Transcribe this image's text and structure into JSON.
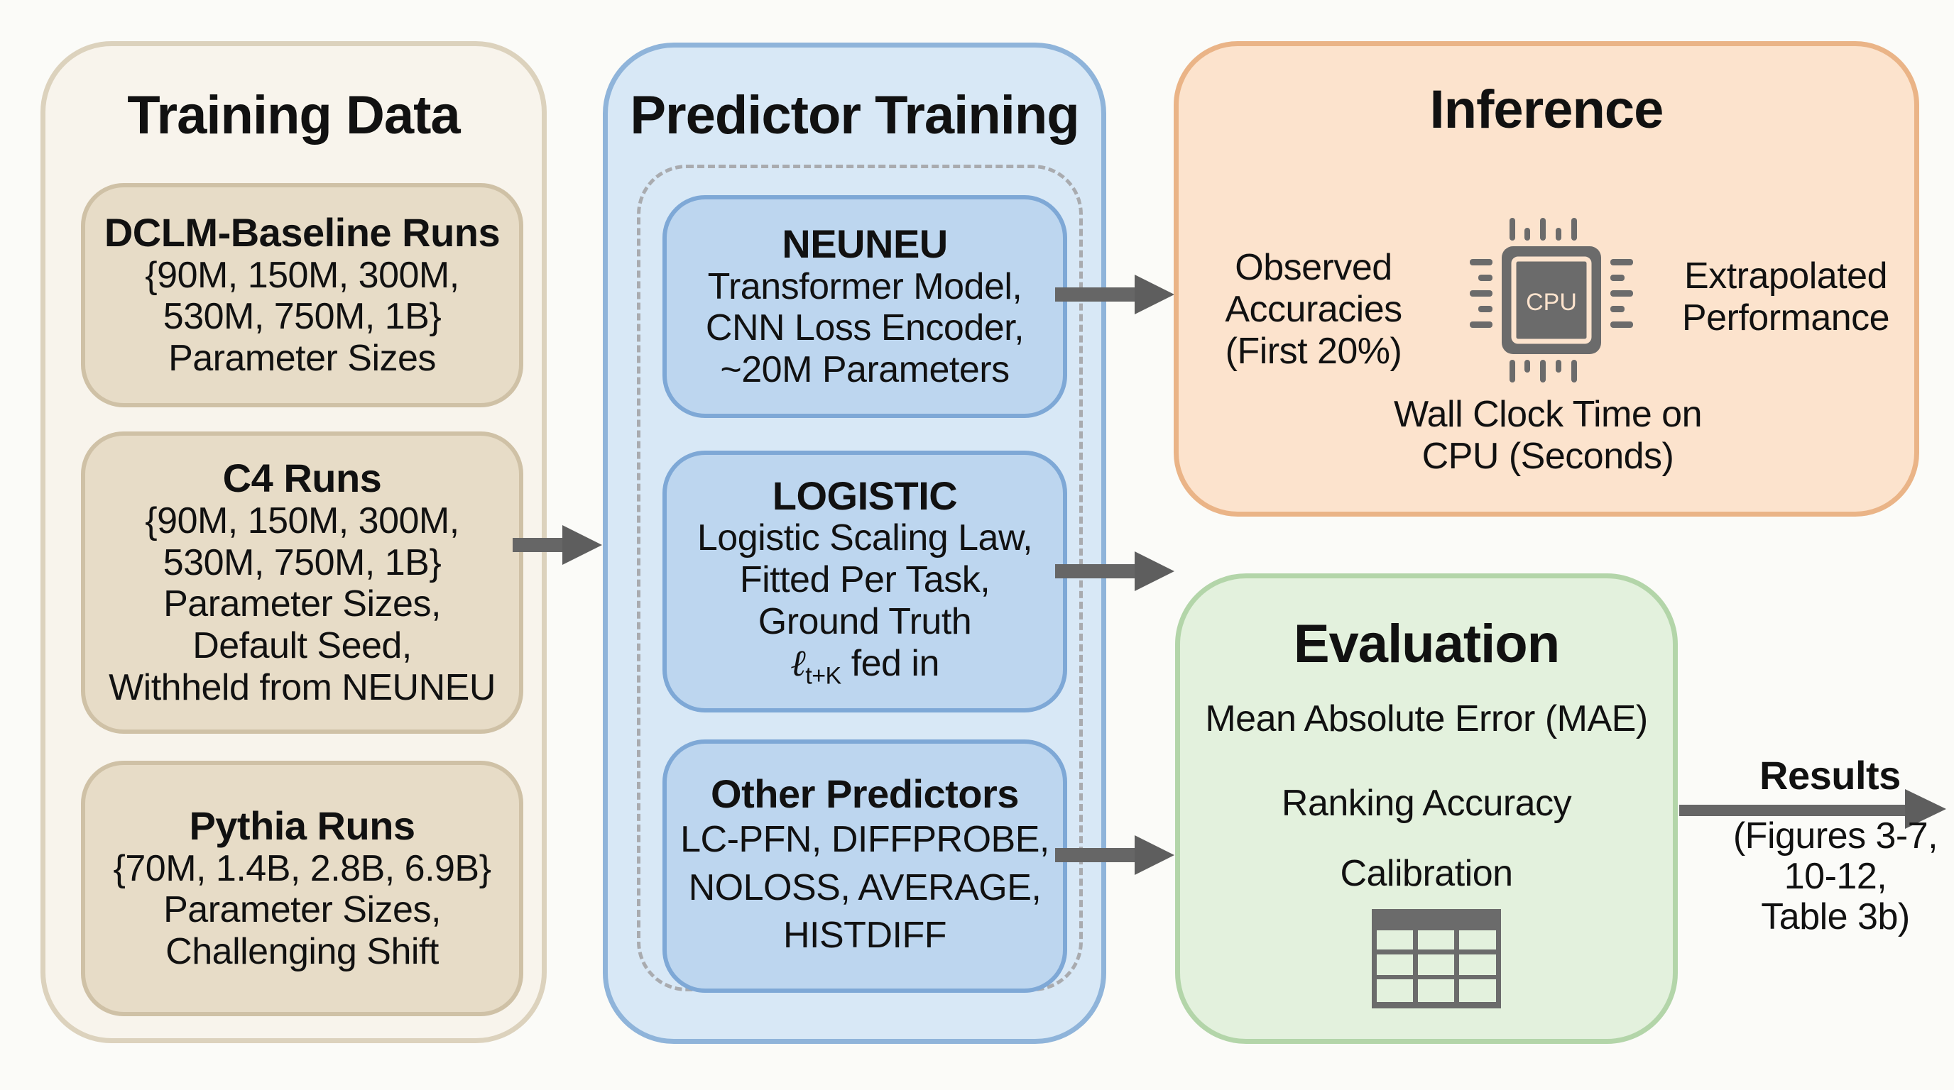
{
  "training_data": {
    "title": "Training Data",
    "boxes": [
      {
        "title": "DCLM-Baseline Runs",
        "lines": [
          "{90M, 150M, 300M,",
          "530M, 750M, 1B}",
          "Parameter Sizes"
        ]
      },
      {
        "title": "C4 Runs",
        "lines": [
          "{90M, 150M, 300M,",
          "530M, 750M, 1B}",
          "Parameter Sizes,",
          "Default Seed,",
          "Withheld from NEUNEU"
        ]
      },
      {
        "title": "Pythia Runs",
        "lines": [
          "{70M, 1.4B, 2.8B, 6.9B}",
          "Parameter Sizes,",
          "Challenging Shift"
        ]
      }
    ]
  },
  "predictor_training": {
    "title": "Predictor Training",
    "boxes": [
      {
        "title": "NEUNEU",
        "lines": [
          "Transformer Model,",
          "CNN Loss Encoder,",
          "~20M Parameters"
        ]
      },
      {
        "title": "LOGISTIC",
        "lines": [
          "Logistic Scaling Law,",
          "Fitted Per Task,",
          "Ground Truth"
        ],
        "formula_symbol": "ℓ",
        "formula_subscript": "t+K",
        "formula_suffix": "fed in"
      },
      {
        "title": "Other Predictors",
        "lines": [
          "LC-PFN, DIFFPROBE,",
          "NOLOSS, AVERAGE,",
          "HISTDIFF"
        ]
      }
    ]
  },
  "inference": {
    "title": "Inference",
    "input_lines": [
      "Observed",
      "Accuracies",
      "(First 20%)"
    ],
    "output_lines": [
      "Extrapolated",
      "Performance"
    ],
    "cpu_label": "CPU",
    "time_lines": [
      "Wall Clock Time on",
      "CPU (Seconds)"
    ],
    "icon": "cpu-chip-icon"
  },
  "evaluation": {
    "title": "Evaluation",
    "metrics": [
      "Mean Absolute Error (MAE)",
      "Ranking Accuracy",
      "Calibration"
    ],
    "icon": "table-icon"
  },
  "results": {
    "label": "Results",
    "detail_lines": [
      "(Figures 3-7,",
      "10-12,",
      "Table 3b)"
    ]
  },
  "colors": {
    "training_fill": "#f8f4ec",
    "training_box": "#e7dcc7",
    "predictor_fill": "#d8e8f6",
    "predictor_box": "#bdd6ef",
    "inference_fill": "#fce3cd",
    "evaluation_fill": "#e3f1dd",
    "arrow": "#666666"
  }
}
